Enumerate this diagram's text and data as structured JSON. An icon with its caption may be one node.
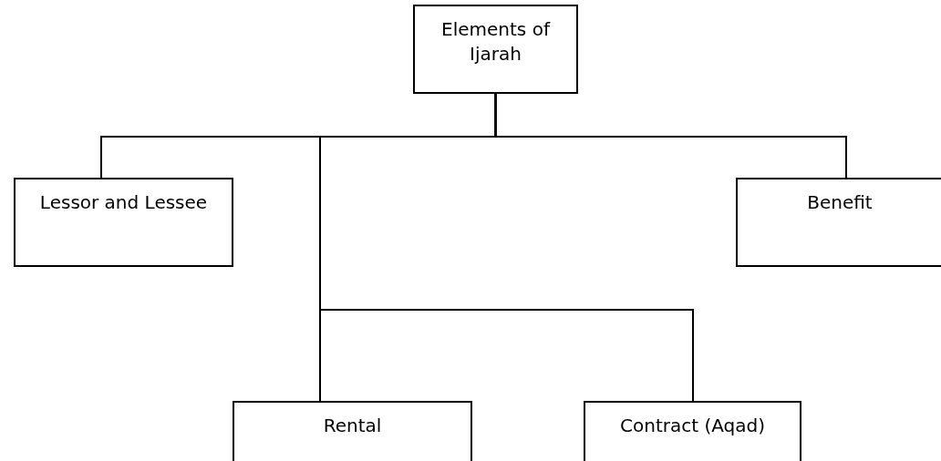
{
  "diagram": {
    "nodes": [
      {
        "text": [
          "Elements of Ijarah"
        ]
      },
      {
        "text": [
          "Lessor and Lessee"
        ]
      },
      {
        "text": [
          "Benefit"
        ]
      },
      {
        "text": [
          "Rental"
        ]
      },
      {
        "text": [
          "Contract (Aqad)"
        ]
      }
    ],
    "edges": [
      {
        "from": 0,
        "to": 1,
        "arrow": "none"
      },
      {
        "from": 0,
        "to": 2,
        "arrow": "none"
      },
      {
        "from": 0,
        "to": 3,
        "arrow": "none"
      },
      {
        "from": 0,
        "to": 4,
        "arrow": "none"
      }
    ]
  }
}
